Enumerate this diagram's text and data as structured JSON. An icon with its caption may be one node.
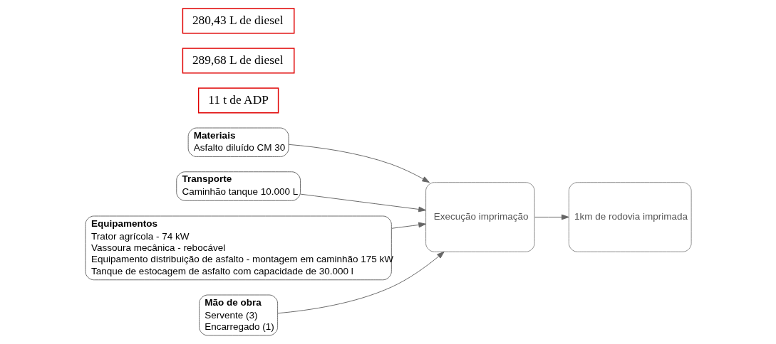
{
  "diagram": {
    "nodes": [
      {
        "text": [
          "Materiais",
          "Asfalto diluído CM 30"
        ]
      },
      {
        "text": [
          "11 t de ADP"
        ]
      },
      {
        "text": [
          "Transporte",
          "Caminhão tanque 10.000 L"
        ]
      },
      {
        "text": [
          "289,68 L de diesel"
        ]
      },
      {
        "text": [
          "Equipamentos",
          "Trator agrícola - 74 kW",
          "Vassoura mecânica - rebocável",
          "Equipamento distribuição de asfalto - montagem em caminhão 175 kW",
          "Tanque de estocagem de asfalto com capacidade de 30.000 l"
        ]
      },
      {
        "text": [
          "280,43 L de diesel"
        ]
      },
      {
        "text": [
          "Execução imprimação"
        ]
      },
      {
        "text": [
          "1km de rodovia imprimada"
        ]
      },
      {
        "text": [
          "Mão de obra",
          "Servente (3)",
          "Encarregado (1)"
        ]
      }
    ],
    "edges": [
      {
        "from": 0,
        "to": 6,
        "arrow": "to"
      },
      {
        "from": 2,
        "to": 6,
        "arrow": "to"
      },
      {
        "from": 4,
        "to": 6,
        "arrow": "to"
      },
      {
        "from": 6,
        "to": 7,
        "arrow": "to"
      },
      {
        "from": 8,
        "to": 6,
        "arrow": "to"
      }
    ]
  }
}
